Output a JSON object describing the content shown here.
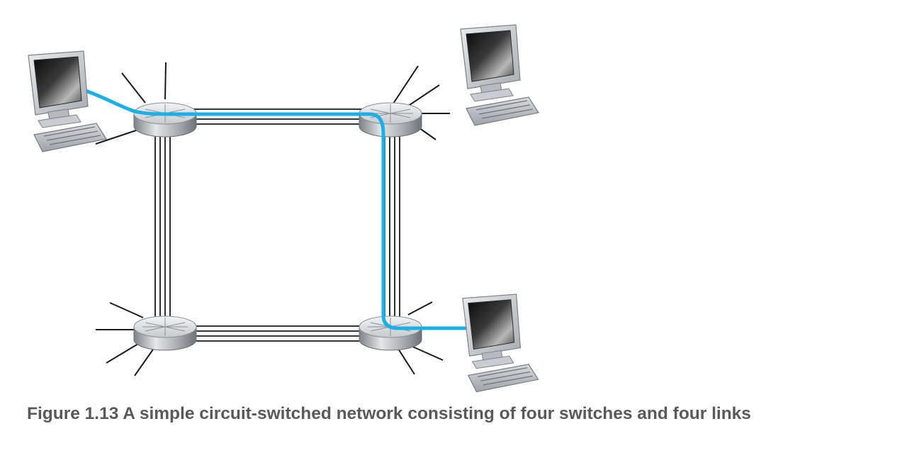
{
  "figure": {
    "caption": "Figure 1.13 A simple circuit-switched network consisting of four switches and four links"
  },
  "network": {
    "switches": [
      {
        "id": "switch-top-left"
      },
      {
        "id": "switch-top-right"
      },
      {
        "id": "switch-bottom-left"
      },
      {
        "id": "switch-bottom-right"
      }
    ],
    "hosts": [
      {
        "id": "host-left"
      },
      {
        "id": "host-top-right"
      },
      {
        "id": "host-bottom-right"
      }
    ],
    "links": [
      {
        "from": "switch-top-left",
        "to": "switch-top-right",
        "circuits": 4
      },
      {
        "from": "switch-top-left",
        "to": "switch-bottom-left",
        "circuits": 4
      },
      {
        "from": "switch-top-right",
        "to": "switch-bottom-right",
        "circuits": 4
      },
      {
        "from": "switch-bottom-left",
        "to": "switch-bottom-right",
        "circuits": 4
      }
    ],
    "circuit_path": [
      "host-left",
      "switch-top-left",
      "switch-top-right",
      "switch-bottom-right",
      "host-bottom-right"
    ]
  },
  "colors": {
    "circuit": "#1ab0e6",
    "link_lines": "#1a1a1a",
    "caption": "#58595b"
  }
}
